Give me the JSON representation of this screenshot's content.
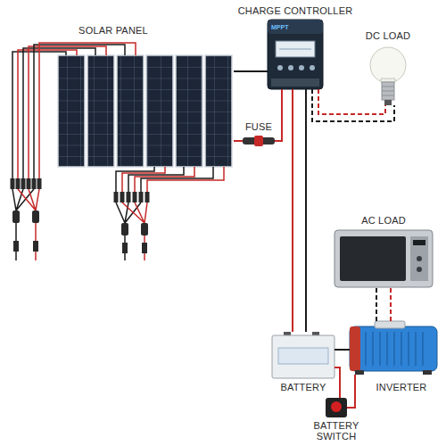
{
  "diagram": {
    "nodes": [
      {
        "text": [
          "SOLAR PANEL"
        ]
      },
      {
        "text": [
          "CHARGE CONTROLLER"
        ]
      },
      {
        "text": [
          "DC LOAD"
        ]
      },
      {
        "text": [
          "FUSE"
        ]
      },
      {
        "text": [
          "AC LOAD"
        ]
      },
      {
        "text": [
          "BATTERY"
        ]
      },
      {
        "text": [
          "INVERTER"
        ]
      },
      {
        "text": [
          "BATTERY SWITCH"
        ]
      }
    ],
    "edges": [
      {
        "from": 0,
        "to": 1,
        "arrow": "none"
      },
      {
        "from": 0,
        "to": 3,
        "arrow": "none"
      },
      {
        "from": 3,
        "to": 1,
        "arrow": "none"
      },
      {
        "from": 1,
        "to": 2,
        "arrow": "none"
      },
      {
        "from": 1,
        "to": 2,
        "arrow": "none"
      },
      {
        "from": 1,
        "to": 5,
        "arrow": "none"
      },
      {
        "from": 1,
        "to": 5,
        "arrow": "none"
      },
      {
        "from": 6,
        "to": 4,
        "arrow": "none"
      },
      {
        "from": 6,
        "to": 4,
        "arrow": "none"
      },
      {
        "from": 5,
        "to": 6,
        "arrow": "none"
      },
      {
        "from": 5,
        "to": 7,
        "arrow": "none"
      },
      {
        "from": 7,
        "to": 6,
        "arrow": "none"
      }
    ],
    "labels": [
      "MPPT"
    ]
  }
}
